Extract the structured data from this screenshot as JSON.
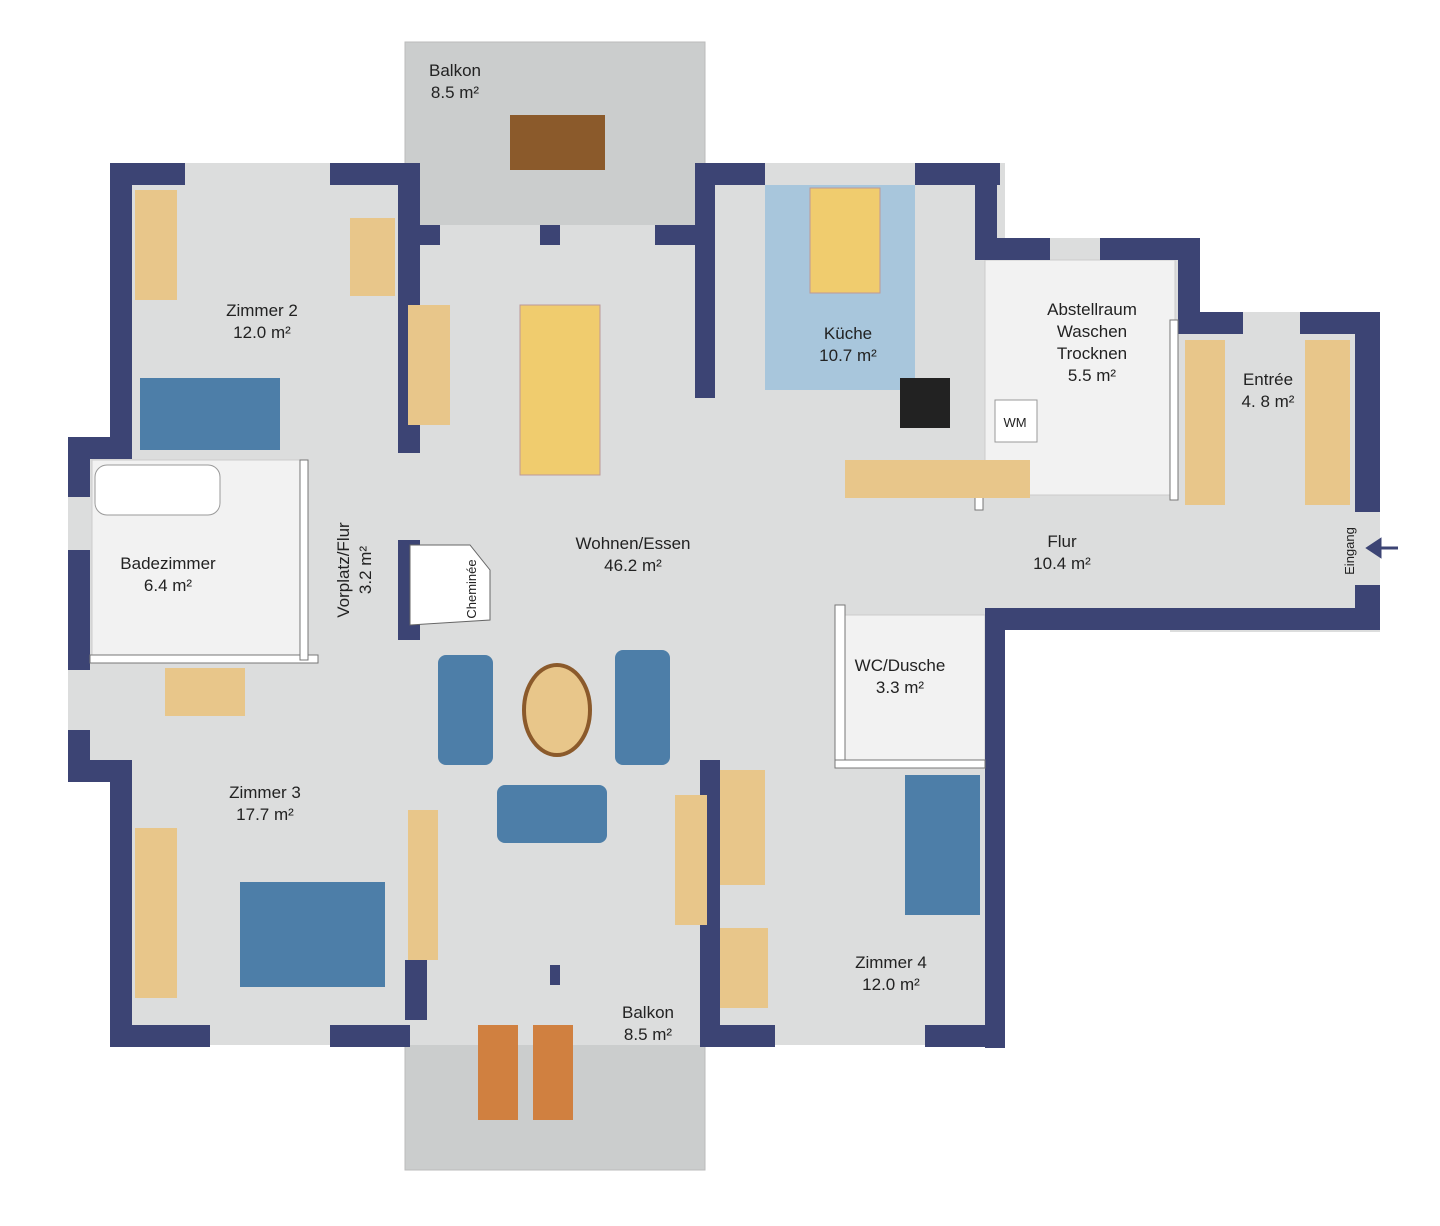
{
  "colors": {
    "wall": "#3c4474",
    "floor": "#dcdddd",
    "wood": "#e8c68a",
    "blue": "#4d7ea8",
    "deck": "#c9cbcb",
    "tile": "#a8c6dc"
  },
  "rooms": {
    "balkon_top": {
      "name": "Balkon",
      "area": "8.5 m²"
    },
    "zimmer2": {
      "name": "Zimmer 2",
      "area": "12.0 m²"
    },
    "kueche": {
      "name": "Küche",
      "area": "10.7 m²"
    },
    "abstell": {
      "name1": "Abstellraum",
      "name2": "Waschen",
      "name3": "Trocknen",
      "area": "5.5 m²"
    },
    "entree": {
      "name": "Entrée",
      "area": "4. 8 m²"
    },
    "wohnen": {
      "name": "Wohnen/Essen",
      "area": "46.2 m²"
    },
    "flur": {
      "name": "Flur",
      "area": "10.4 m²"
    },
    "bad": {
      "name": "Badezimmer",
      "area": "6.4 m²"
    },
    "vorplatz": {
      "name": "Vorplatz/Flur",
      "area": "3.2 m²"
    },
    "wc": {
      "name": "WC/Dusche",
      "area": "3.3 m²"
    },
    "zimmer3": {
      "name": "Zimmer 3",
      "area": "17.7 m²"
    },
    "zimmer4": {
      "name": "Zimmer 4",
      "area": "12.0 m²"
    },
    "balkon_bottom": {
      "name": "Balkon",
      "area": "8.5 m²"
    }
  },
  "fixtures": {
    "cheminee": "Cheminée",
    "wm": "WM",
    "eingang": "Eingang"
  }
}
